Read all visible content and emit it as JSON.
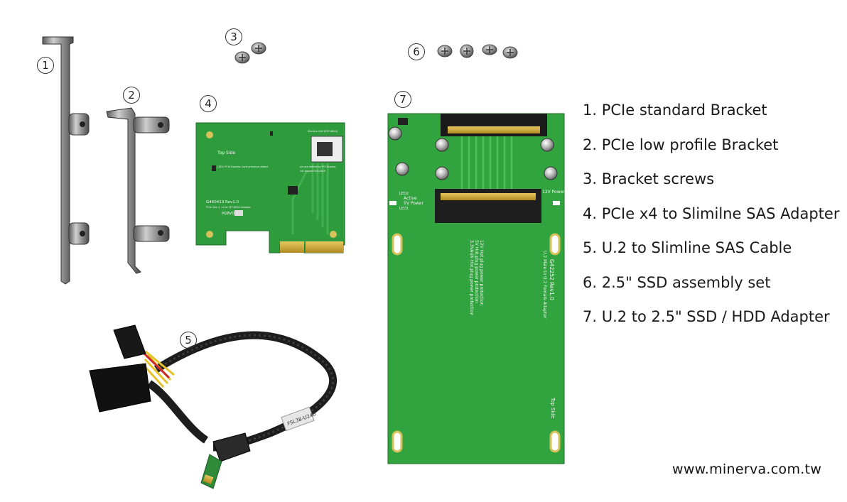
{
  "numbers": [
    "1",
    "2",
    "3",
    "4",
    "5",
    "6",
    "7"
  ],
  "legend": [
    "1. PCIe standard Bracket",
    "2. PCIe low profile Bracket",
    "3. Bracket screws",
    "4. PCIe x4 to Slimilne SAS Adapter",
    "5. U.2 to Slimline SAS Cable",
    "6. 2.5\" SSD assembly set",
    "7. U.2 to 2.5\" SSD / HDD Adapter"
  ],
  "website": "www.minerva.com.tw",
  "pcb_small": {
    "top_side": "Top Side",
    "model": "G460413 Rev1.0",
    "desc": "PCIe Gen 3, x4 to SFF-8654 Adapter",
    "chip": "M2BVD",
    "slimline": "Slimline SAS (SFF-8654)",
    "led": "LED1 PCIe Express Card presence detect",
    "note1": "pin-out defined by PCI Express",
    "note2": "not support SAS/SATA"
  },
  "pcb_large": {
    "model": "G42252 Rev1.0",
    "desc": "U.2 Male to U.2 Female Adapter",
    "top_side": "Top Side",
    "prot1": "12V Hot plug power protection",
    "prot2": "5V Hot plug power protection",
    "prot3": "3.3VAUX Hot plug power protection",
    "active": "Active",
    "power5": "5V Power",
    "power12": "12V Power",
    "led2": "LED2",
    "led1": "LED1"
  },
  "cable_label": "FSL38-U240"
}
